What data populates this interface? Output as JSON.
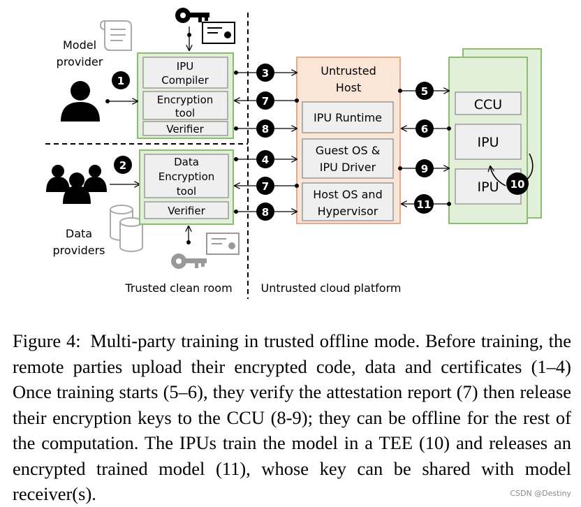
{
  "model_provider": {
    "label_line1": "Model",
    "label_line2": "provider"
  },
  "data_providers": {
    "label_line1": "Data",
    "label_line2": "providers"
  },
  "trusted_room": {
    "top_box": {
      "ipu_compiler": [
        "IPU",
        "Compiler"
      ],
      "encryption_tool": [
        "Encryption",
        "tool"
      ],
      "verifier": "Verifier"
    },
    "bottom_box": {
      "data_encryption_tool": [
        "Data",
        "Encryption",
        "tool"
      ],
      "verifier": "Verifier"
    },
    "label": "Trusted clean room"
  },
  "untrusted_host": {
    "title": [
      "Untrusted",
      "Host"
    ],
    "ipu_runtime": "IPU Runtime",
    "guest_os": [
      "Guest OS &",
      "IPU Driver"
    ],
    "host_os": [
      "Host OS and",
      "Hypervisor"
    ]
  },
  "ipu_machine": {
    "ccu": "CCU",
    "ipu_1": "IPU",
    "ipu_2": "IPU"
  },
  "cloud_label": "Untrusted cloud platform",
  "steps": {
    "s1": "1",
    "s2": "2",
    "s3": "3",
    "s4": "4",
    "s5": "5",
    "s6": "6",
    "s7a": "7",
    "s7b": "7",
    "s8a": "8",
    "s8b": "8",
    "s9": "9",
    "s10": "10",
    "s11": "11"
  },
  "caption": {
    "figure": "Figure 4:",
    "text": "Multi-party training in trusted offline mode. Before training, the remote parties upload their encrypted code, data and certificates (1–4) Once training starts (5–6), they verify the attestation report (7) then release their encryption keys to the CCU (8-9); they can be offline for the rest of the computation. The IPUs train the model in a TEE (10) and releases an encrypted trained model (11), whose key can be shared with model receiver(s)."
  },
  "watermark": "CSDN @Destiny",
  "colors": {
    "trusted_fill": "#e2f0d9",
    "trusted_stroke": "#8bbd6e",
    "host_fill": "#fbe5d6",
    "host_stroke": "#e8a988",
    "inner_box_fill": "#efefef",
    "inner_box_stroke": "#9a9a9a",
    "badge": "#000000"
  }
}
